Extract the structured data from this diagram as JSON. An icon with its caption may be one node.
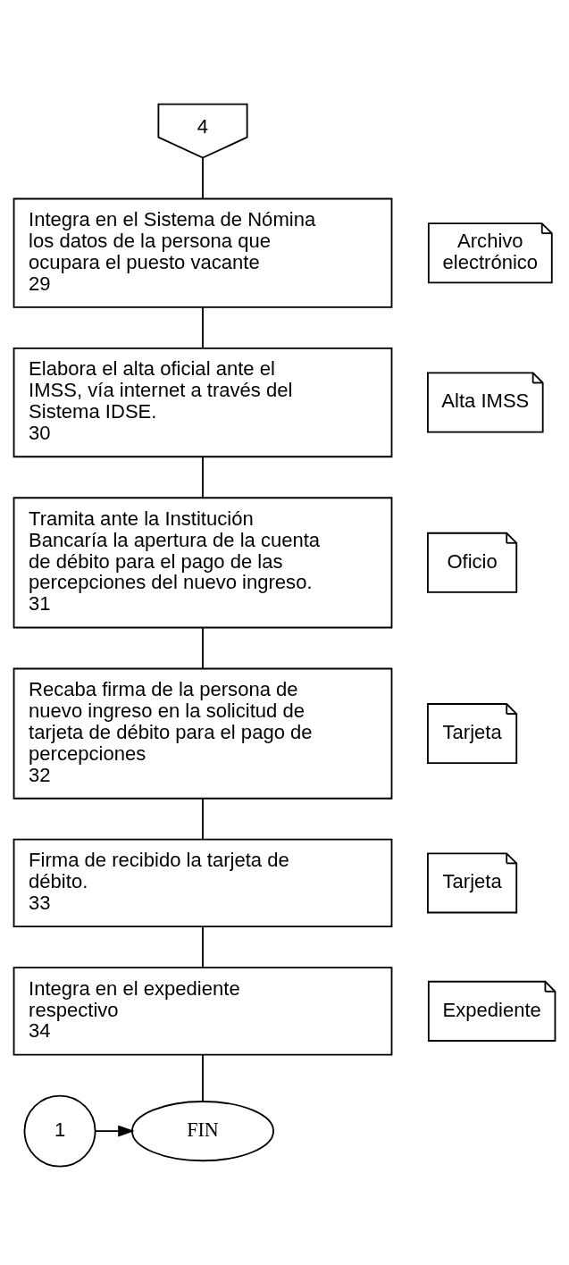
{
  "diagram": {
    "nodes": [
      {
        "text": [
          "4"
        ]
      },
      {
        "text": [
          "Integra en el Sistema de Nómina los datos de la persona que ocupara el puesto vacante",
          "29"
        ]
      },
      {
        "text": [
          "Archivo electrónico"
        ]
      },
      {
        "text": [
          "Elabora el alta oficial ante el IMSS, vía internet a través del Sistema IDSE.",
          "30"
        ]
      },
      {
        "text": [
          "Alta IMSS"
        ]
      },
      {
        "text": [
          "Tramita ante la Institución Bancaría la apertura de la cuenta de débito para el pago de las percepciones del nuevo ingreso.",
          "31"
        ]
      },
      {
        "text": [
          "Oficio"
        ]
      },
      {
        "text": [
          "Recaba firma de la persona de nuevo ingreso en la solicitud de tarjeta de débito para el pago de percepciones",
          "32"
        ]
      },
      {
        "text": [
          "Tarjeta"
        ]
      },
      {
        "text": [
          "Firma de recibido la tarjeta de débito.",
          "33"
        ]
      },
      {
        "text": [
          "Tarjeta"
        ]
      },
      {
        "text": [
          "Integra en el expediente respectivo",
          "34"
        ]
      },
      {
        "text": [
          "Expediente"
        ]
      },
      {
        "text": [
          "1"
        ]
      },
      {
        "text": [
          "FIN"
        ]
      }
    ],
    "edges": [
      {
        "from": 0,
        "to": 1,
        "arrow": "none"
      },
      {
        "from": 1,
        "to": 3,
        "arrow": "none"
      },
      {
        "from": 3,
        "to": 5,
        "arrow": "none"
      },
      {
        "from": 5,
        "to": 7,
        "arrow": "none"
      },
      {
        "from": 7,
        "to": 9,
        "arrow": "none"
      },
      {
        "from": 9,
        "to": 11,
        "arrow": "none"
      },
      {
        "from": 11,
        "to": 14,
        "arrow": "none"
      },
      {
        "from": 13,
        "to": 14,
        "arrow": "to"
      }
    ]
  }
}
